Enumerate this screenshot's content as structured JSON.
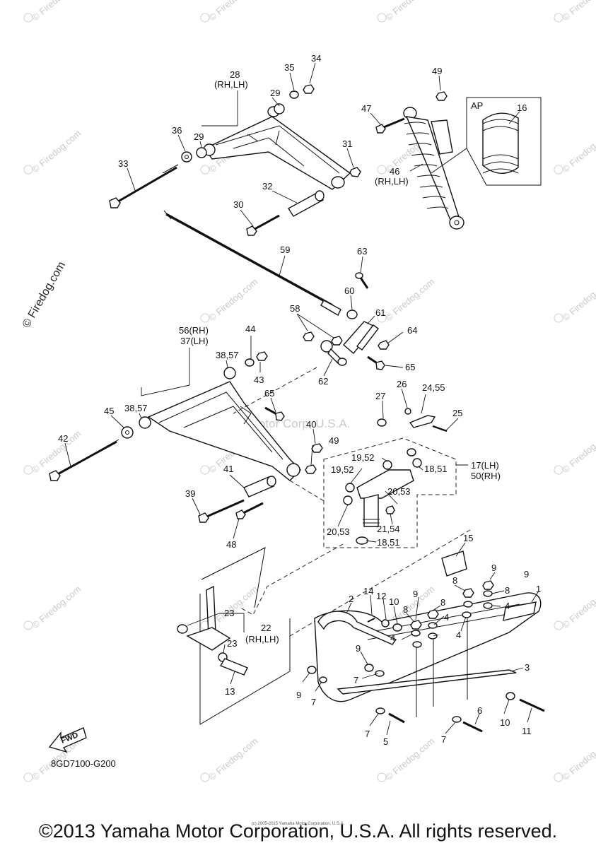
{
  "watermark": {
    "site": "© Firedog.com",
    "company": "Yamaha Motor Corp, U.S.A."
  },
  "diagram_code": "8GD7100-G200",
  "fwd_label": "FWD",
  "footer": {
    "copyright": "©2013 Yamaha Motor Corporation, U.S.A. All rights reserved.",
    "small_copyright": "(c) 2005-2015 Yamaha Motor Corporation, U.S.A."
  },
  "labels": {
    "l28": "28",
    "rhlh_upper": "(RH,LH)",
    "l35": "35",
    "l34": "34",
    "l29a": "29",
    "l29b": "29",
    "l36": "36",
    "l33": "33",
    "l31": "31",
    "l32": "32",
    "l30": "30",
    "l49a": "49",
    "l47": "47",
    "lAP": "AP",
    "l16": "16",
    "l46": "46",
    "rhlh_shock": "(RH,LH)",
    "l59": "59",
    "l63": "63",
    "l60": "60",
    "l61": "61",
    "l58": "58",
    "l64": "64",
    "l65a": "65",
    "l62": "62",
    "l56": "56(RH)",
    "l37": "37(LH)",
    "l44": "44",
    "l3857a": "38,57",
    "l43": "43",
    "l3857b": "38,57",
    "l45": "45",
    "l42": "42",
    "l65b": "65",
    "l27": "27",
    "l26": "26",
    "l2455": "24,55",
    "l25": "25",
    "l40": "40",
    "l49b": "49",
    "l1952a": "19,52",
    "l1952b": "19,52",
    "l1851a": "18,51",
    "l17": "17(LH)",
    "l50": "50(RH)",
    "l41": "41",
    "l2053a": "20,53",
    "l39": "39",
    "l48": "48",
    "l2154": "21,54",
    "l2053b": "20,53",
    "l1851b": "18,51",
    "l15": "15",
    "l9a": "9",
    "l9b": "9",
    "l8a": "8",
    "l8b": "8",
    "l1": "1",
    "l14": "14",
    "l12": "12",
    "l10a": "10",
    "l9c": "9",
    "l2": "2",
    "l8c": "8",
    "l8d": "8",
    "l4a": "4",
    "l4b": "4",
    "l4c": "4",
    "l4d": "4",
    "l23a": "23",
    "l22": "22",
    "rhlh_lower": "(RH,LH)",
    "l23b": "23",
    "l9d": "9",
    "l3": "3",
    "l7a": "7",
    "l9e": "9",
    "l7b": "7",
    "l13": "13",
    "l7c": "7",
    "l5": "5",
    "l6": "6",
    "l7d": "7",
    "l10b": "10",
    "l11": "11"
  }
}
